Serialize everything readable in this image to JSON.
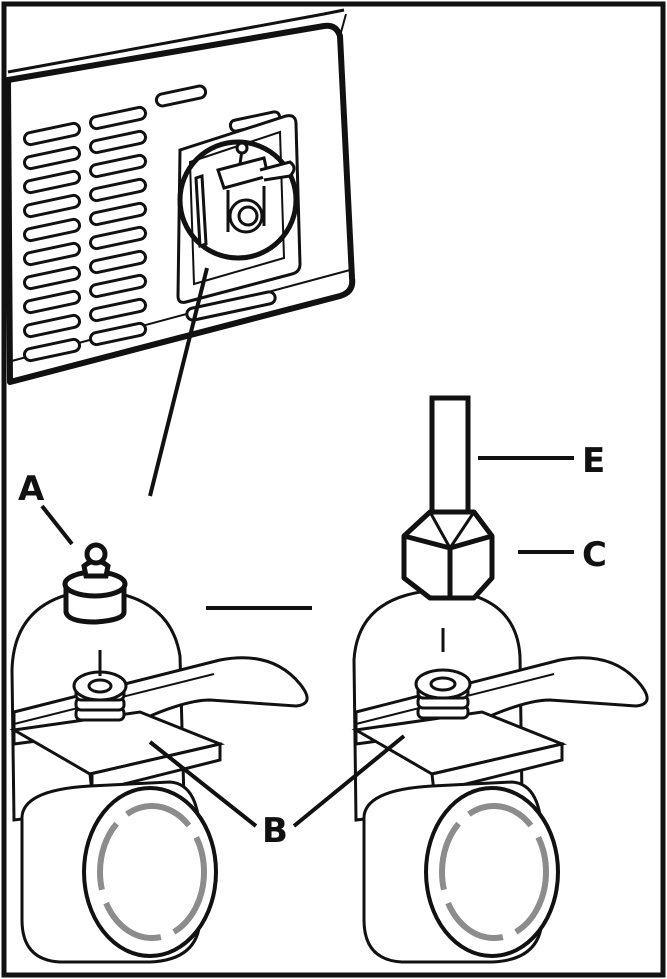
{
  "figure": {
    "callouts": {
      "a": "A",
      "b": "B",
      "c": "C",
      "e": "E"
    },
    "colors": {
      "ink": "#111111",
      "paper": "#ffffff",
      "wheel_ring": "#8c8c8c"
    }
  }
}
